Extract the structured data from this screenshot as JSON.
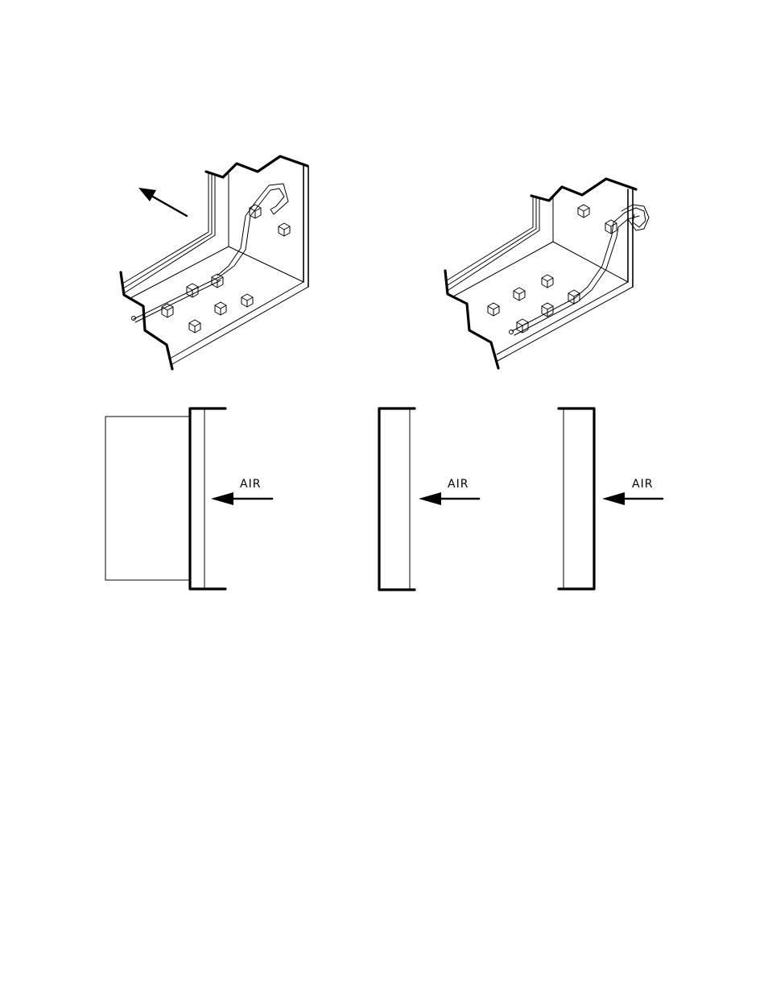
{
  "diagram": {
    "views": [
      {
        "id": "isometric-left",
        "direction_arrow": true
      },
      {
        "id": "isometric-right",
        "direction_arrow": false
      }
    ],
    "airflow_panels": [
      {
        "id": "panel-with-box",
        "air_label": "AIR"
      },
      {
        "id": "panel-middle",
        "air_label": "AIR"
      },
      {
        "id": "panel-right",
        "air_label": "AIR"
      }
    ]
  }
}
